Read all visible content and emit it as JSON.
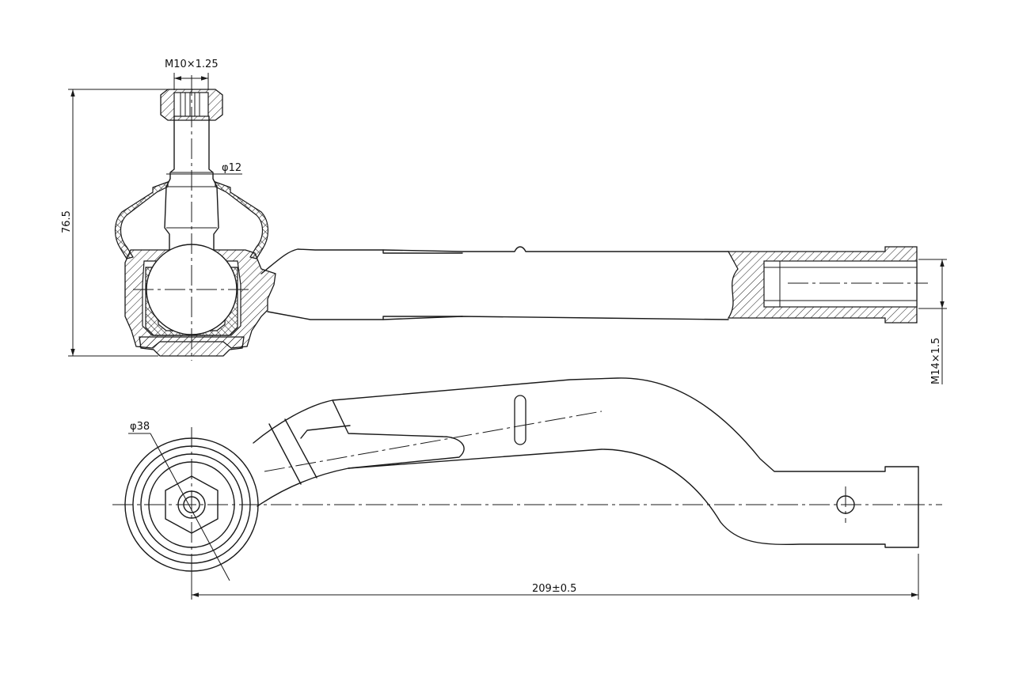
{
  "dimensions": {
    "thread_stud": "M10×1.25",
    "stud_diameter": "φ12",
    "height": "76.5",
    "body_diameter": "φ38",
    "thread_rod": "M14×1.5",
    "length": "209±0.5"
  }
}
